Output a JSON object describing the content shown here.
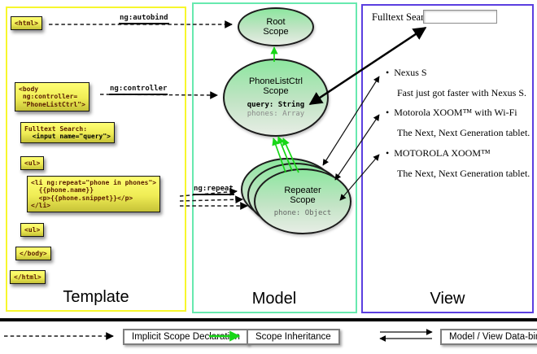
{
  "columns": {
    "template": "Template",
    "model": "Model",
    "view": "View"
  },
  "arrow_labels": {
    "ng_autobind": "ng:autobind",
    "ng_controller": "ng:controller",
    "ng_repeat": "ng:repeat"
  },
  "code_boxes": {
    "html_open": {
      "l1": "<html>"
    },
    "body_open": {
      "l1": "<body",
      "l2": " ng:controller=",
      "l3": " \"PhoneListCtrl\">"
    },
    "fulltext": {
      "l1": "Fulltext Search:",
      "l2": "  <input name=\"query\">"
    },
    "ul_open": {
      "l1": "<ul>"
    },
    "li_repeat": {
      "l1": "<li ng:repeat=\"phone in phones\">",
      "l2": "  {{phone.name}}",
      "l3": "  <p>{{phone.snippet}}</p>",
      "l4": "</li>"
    },
    "ul_close": {
      "l1": "<ul>"
    },
    "body_close": {
      "l1": "</body>"
    },
    "html_close": {
      "l1": "</html>"
    }
  },
  "scopes": {
    "root": {
      "line1": "Root",
      "line2": "Scope"
    },
    "phonelist": {
      "line1": "PhoneListCtrl",
      "line2": "Scope",
      "prop1": "query: String",
      "prop2": "phones: Array"
    },
    "repeater": {
      "line1": "Repeater",
      "line2": "Scope",
      "prop1": "phone: Object"
    }
  },
  "view": {
    "search_label": "Fulltext Search:",
    "search_value": "",
    "bullet": "•",
    "items": [
      {
        "title": "Nexus S",
        "desc": "Fast just got faster with Nexus S."
      },
      {
        "title": "Motorola XOOM™ with Wi-Fi",
        "desc": "The Next, Next Generation tablet."
      },
      {
        "title": "MOTOROLA XOOM™",
        "desc": "The Next, Next Generation tablet."
      }
    ]
  },
  "legend": {
    "implicit": "Implicit Scope Declaration",
    "inheritance": "Scope Inheritance",
    "databinding": "Model / View Data-binding"
  },
  "colors": {
    "template_border": "#f7f72c",
    "model_border": "#67e9af",
    "view_border": "#5b3fe0",
    "scope_fill_top": "#8de69f",
    "scope_fill_bottom": "#e7ede5",
    "green_arrow": "#17d617",
    "codebox_yellow": "#ffff73",
    "code_text": "#5a1c00"
  }
}
